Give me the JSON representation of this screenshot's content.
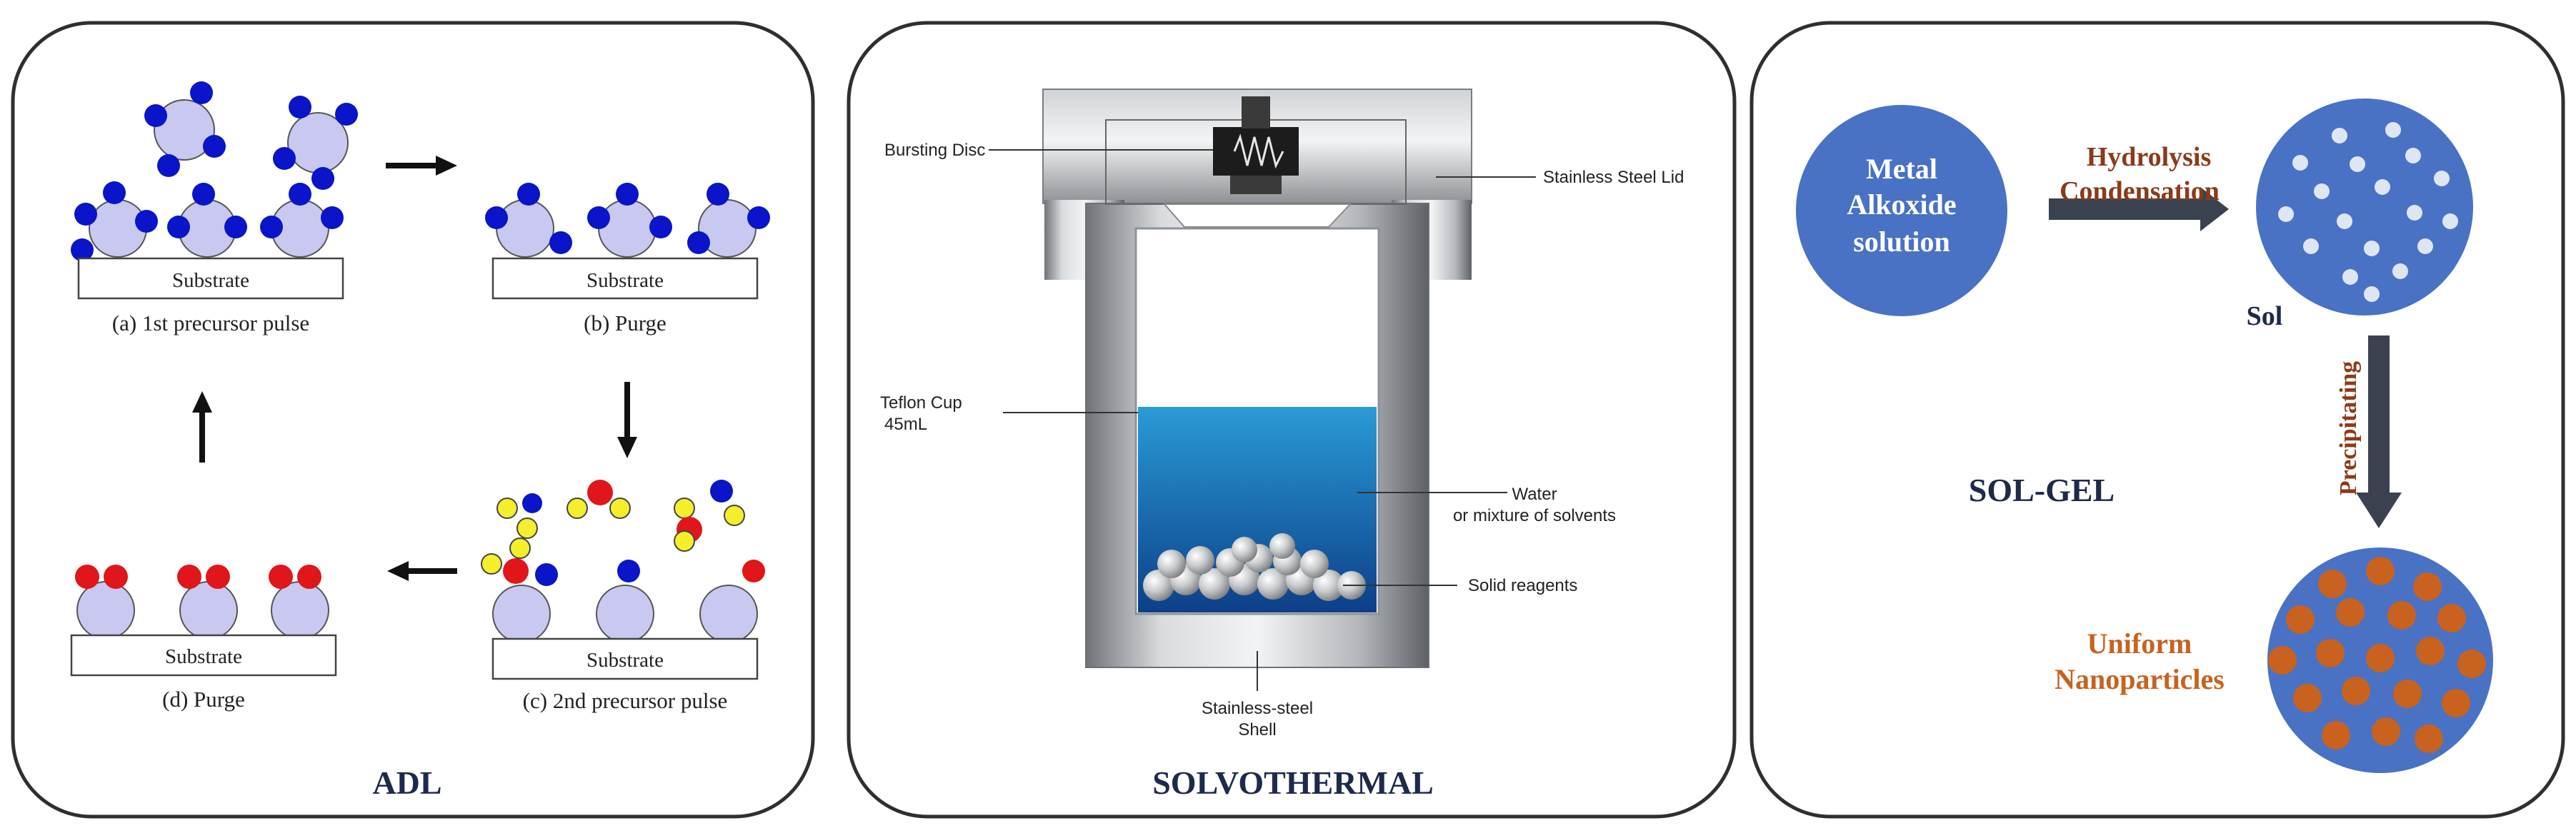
{
  "panels": {
    "adl": {
      "title": "ADL",
      "substrate_label": "Substrate",
      "steps": [
        {
          "caption": "(a) 1st precursor pulse"
        },
        {
          "caption": "(b) Purge"
        },
        {
          "caption": "(c) 2nd precursor pulse"
        },
        {
          "caption": "(d) Purge"
        }
      ]
    },
    "solvothermal": {
      "title": "SOLVOTHERMAL",
      "labels": {
        "bursting_disc": "Bursting Disc",
        "lid": "Stainless Steel Lid",
        "teflon_line1": "Teflon Cup",
        "teflon_line2": "45mL",
        "water_line1": "Water",
        "water_line2": "or mixture of solvents",
        "reagents": "Solid reagents",
        "shell_line1": "Stainless-steel",
        "shell_line2": "Shell"
      }
    },
    "solgel": {
      "title": "SOL-GEL",
      "metal_line1": "Metal",
      "metal_line2": "Alkoxide",
      "metal_line3": "solution",
      "hydrolysis": "Hydrolysis",
      "condensation": "Condensation",
      "sol": "Sol",
      "precipitating": "Precipitating",
      "uniform": "Uniform",
      "nanoparticles": "Nanoparticles"
    }
  },
  "colors": {
    "panel_border": "#2f2f2f",
    "substrate_atom": "#c8c8f0",
    "precursor1": "#0a14c8",
    "precursor2_red": "#e0161a",
    "precursor2_yellow": "#f4ee2c",
    "solgel_blue": "#4a72c4",
    "nanoparticle": "#c8621e",
    "arrow_dark": "#3a4250",
    "label_brown": "#8b3a1a",
    "title_navy": "#1e2a4a",
    "water_top": "#2a9bd6",
    "water_bottom": "#0d3f88"
  }
}
